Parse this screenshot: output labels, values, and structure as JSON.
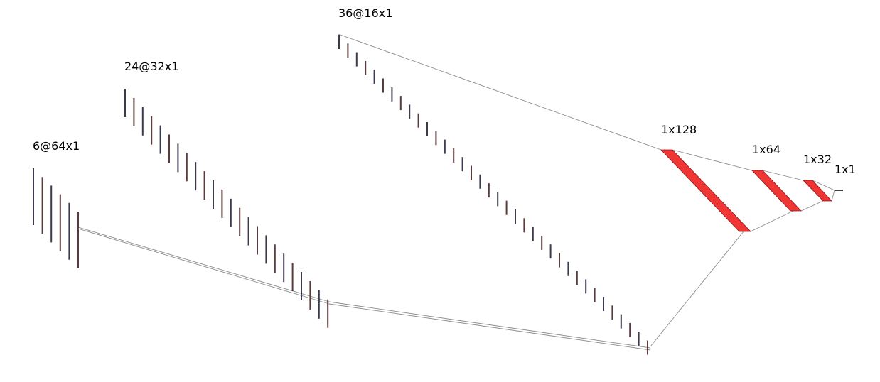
{
  "diagram": {
    "type": "cnn-architecture",
    "layers": [
      {
        "id": "conv1",
        "label": "6@64x1",
        "kind": "feature-maps",
        "count": 6
      },
      {
        "id": "conv2",
        "label": "24@32x1",
        "kind": "feature-maps",
        "count": 24
      },
      {
        "id": "conv3",
        "label": "36@16x1",
        "kind": "feature-maps",
        "count": 36
      },
      {
        "id": "fc1",
        "label": "1x128",
        "kind": "dense",
        "units": 128
      },
      {
        "id": "fc2",
        "label": "1x64",
        "kind": "dense",
        "units": 64
      },
      {
        "id": "fc3",
        "label": "1x32",
        "kind": "dense",
        "units": 32
      },
      {
        "id": "out",
        "label": "1x1",
        "kind": "output",
        "units": 1
      }
    ],
    "colors": {
      "map_dark": "#3b3b4f",
      "map_warm": "#5a3a3a",
      "dense_fill": "#f03535",
      "dense_edge": "#8c1414",
      "connector": "#8c8c8c",
      "text": "#000000"
    }
  }
}
